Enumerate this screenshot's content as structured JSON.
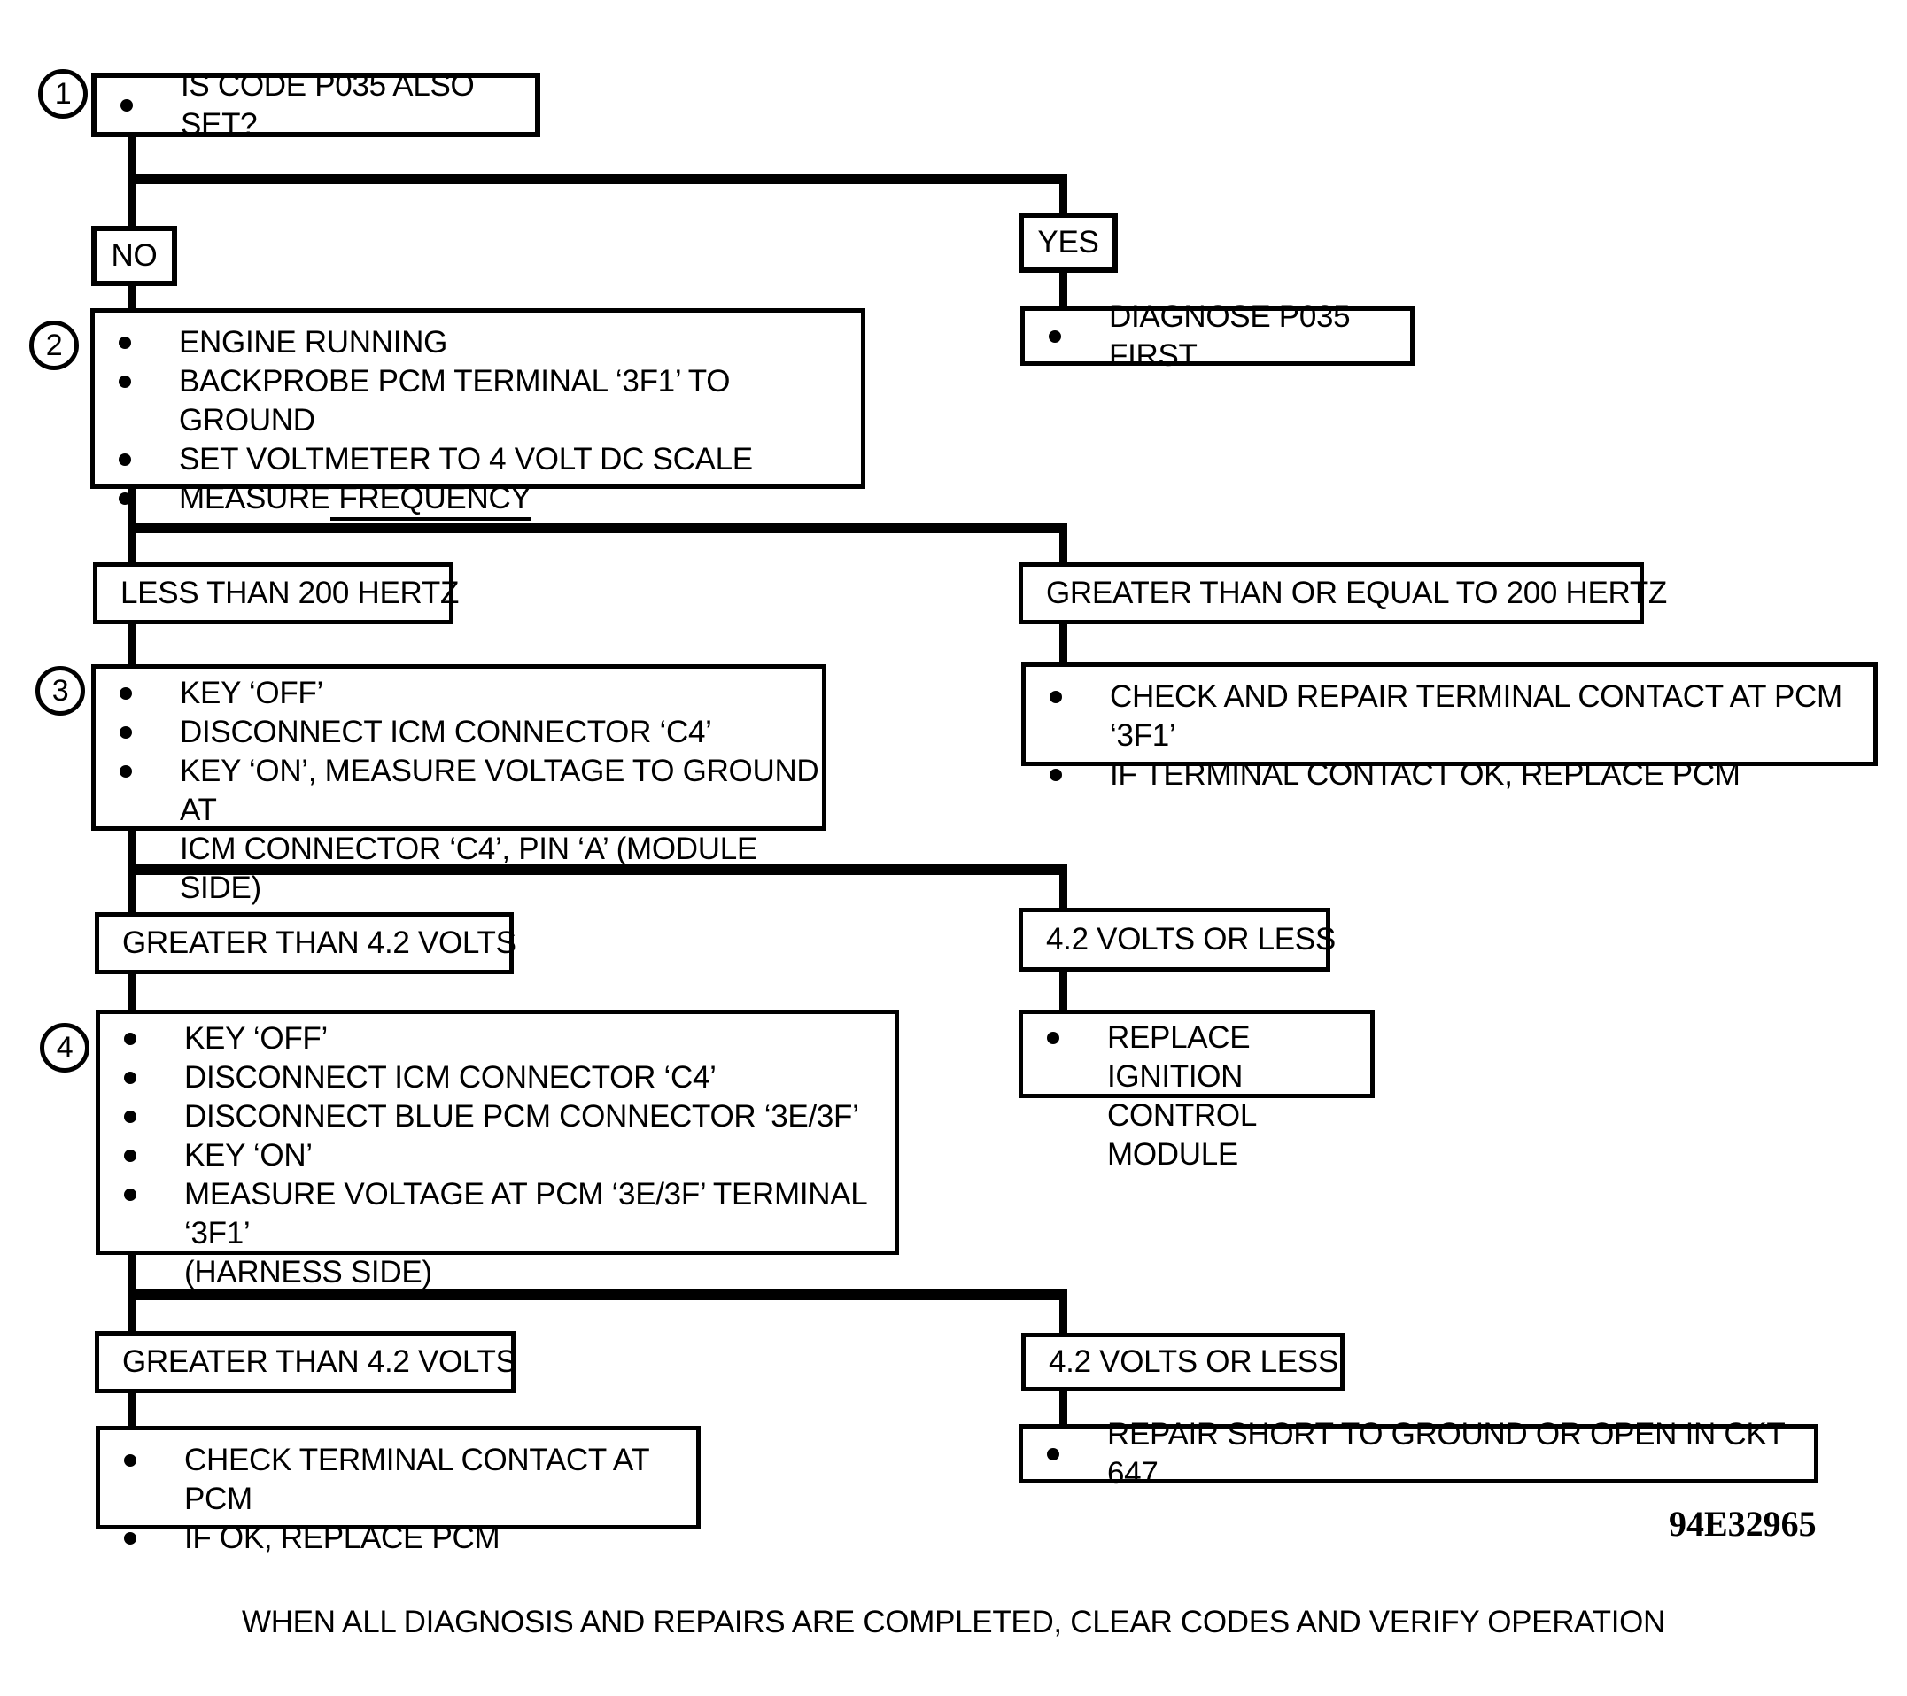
{
  "colors": {
    "ink": "#000000",
    "paper": "#ffffff"
  },
  "flow": {
    "step1": {
      "num": "1",
      "text": "IS CODE P035 ALSO SET?"
    },
    "decision1": {
      "no": "NO",
      "yes": "YES"
    },
    "yes_action": {
      "text": "DIAGNOSE P035 FIRST"
    },
    "step2": {
      "num": "2",
      "items": [
        "ENGINE RUNNING",
        "BACKPROBE PCM TERMINAL ‘3F1’ TO GROUND",
        "SET VOLTMETER TO 4 VOLT DC SCALE"
      ],
      "measure_prefix": "MEASURE",
      "measure_underlined": " FREQUENCY"
    },
    "decision2": {
      "low": "LESS THAN 200 HERTZ",
      "high": "GREATER THAN OR EQUAL TO 200 HERTZ"
    },
    "high_hertz_action": {
      "items": [
        "CHECK AND REPAIR TERMINAL CONTACT AT PCM ‘3F1’",
        "IF TERMINAL CONTACT OK, REPLACE PCM"
      ]
    },
    "step3": {
      "num": "3",
      "items": [
        "KEY ‘OFF’",
        "DISCONNECT ICM CONNECTOR ‘C4’",
        "KEY ‘ON’, MEASURE VOLTAGE TO GROUND AT\nICM CONNECTOR ‘C4’, PIN ‘A’ (MODULE SIDE)"
      ]
    },
    "decision3": {
      "high": "GREATER THAN 4.2 VOLTS",
      "low": "4.2 VOLTS OR LESS"
    },
    "low_volts_action1": {
      "text": "REPLACE IGNITION\nCONTROL MODULE"
    },
    "step4": {
      "num": "4",
      "items": [
        "KEY ‘OFF’",
        "DISCONNECT ICM CONNECTOR ‘C4’",
        "DISCONNECT BLUE PCM CONNECTOR ‘3E/3F’",
        "KEY ‘ON’",
        "MEASURE VOLTAGE AT PCM ‘3E/3F’ TERMINAL ‘3F1’\n(HARNESS SIDE)"
      ]
    },
    "decision4": {
      "high": "GREATER THAN 4.2 VOLTS",
      "low": "4.2 VOLTS OR LESS"
    },
    "high_volts_action2": {
      "items": [
        "CHECK TERMINAL CONTACT AT PCM",
        "IF OK, REPLACE PCM"
      ]
    },
    "low_volts_action2": {
      "text": "REPAIR SHORT TO GROUND OR OPEN IN CKT 647"
    }
  },
  "figure_id": "94E32965",
  "footer": "WHEN ALL DIAGNOSIS AND REPAIRS ARE COMPLETED, CLEAR CODES AND VERIFY OPERATION"
}
